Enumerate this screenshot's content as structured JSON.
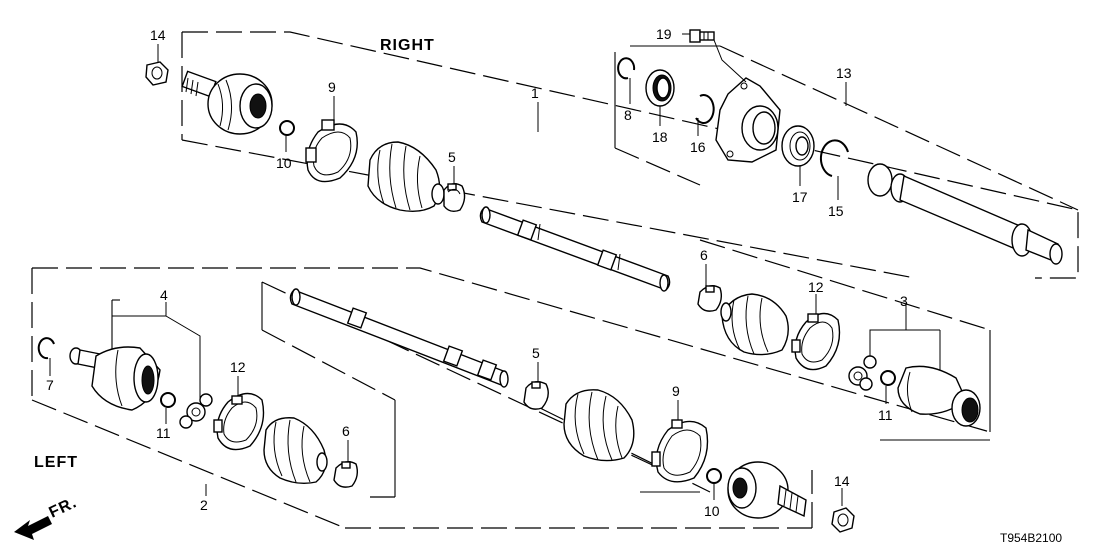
{
  "titles": {
    "right": "RIGHT",
    "left": "LEFT",
    "direction": "FR."
  },
  "diagram_code": "T954B2100",
  "callouts": {
    "c1": "1",
    "c2": "2",
    "c3": "3",
    "c4": "4",
    "c5a": "5",
    "c5b": "5",
    "c6a": "6",
    "c6b": "6",
    "c7": "7",
    "c8": "8",
    "c9a": "9",
    "c9b": "9",
    "c10a": "10",
    "c10b": "10",
    "c11a": "11",
    "c11b": "11",
    "c12a": "12",
    "c12b": "12",
    "c13": "13",
    "c14a": "14",
    "c14b": "14",
    "c15": "15",
    "c16": "16",
    "c17": "17",
    "c18": "18",
    "c19": "19"
  }
}
